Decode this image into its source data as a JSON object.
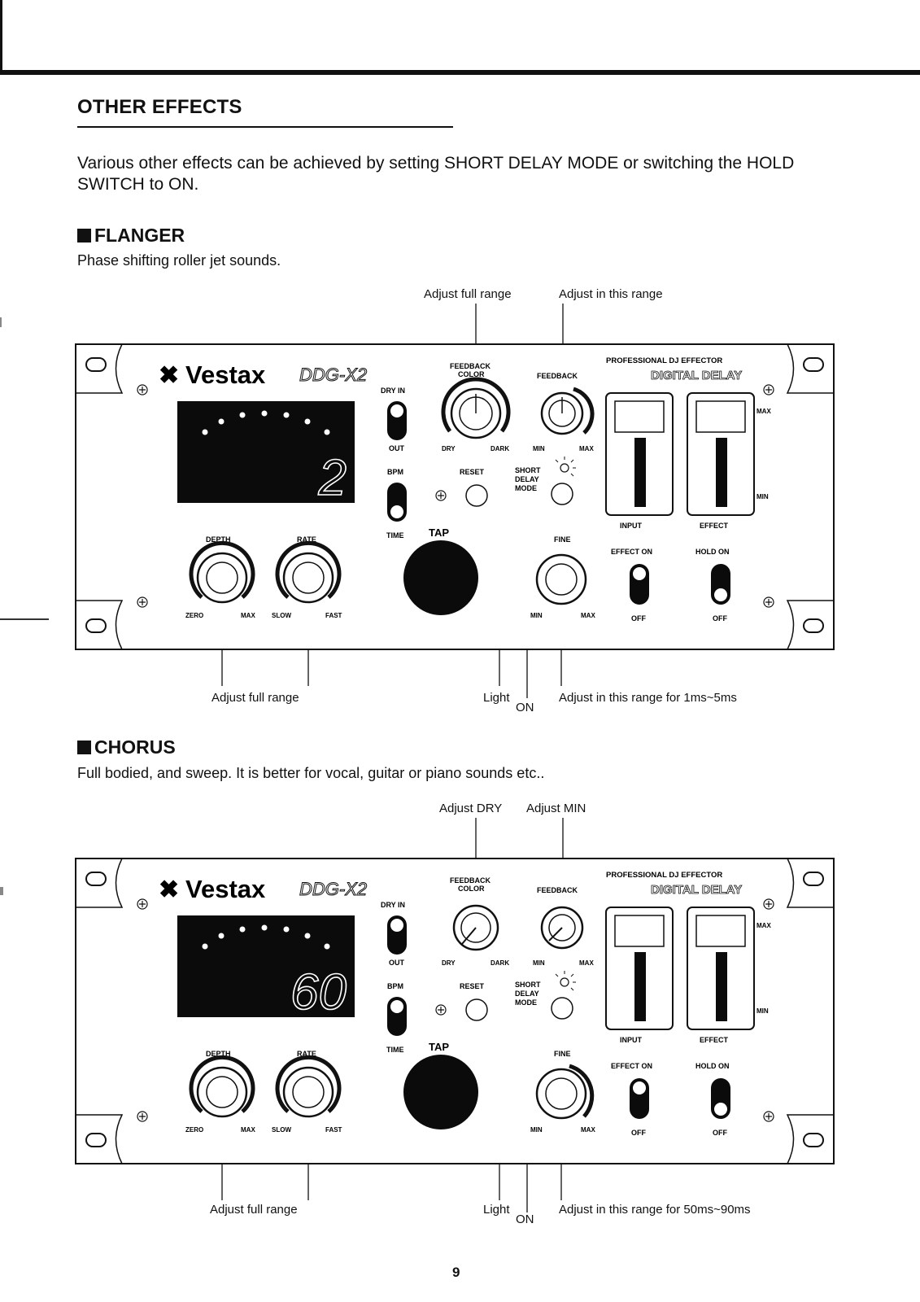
{
  "section": {
    "title": "OTHER EFFECTS",
    "intro": "Various other effects can be achieved by setting SHORT DELAY MODE or switching the HOLD SWITCH to ON."
  },
  "flanger": {
    "heading": "FLANGER",
    "description": "Phase shifting roller jet sounds.",
    "ann_top_left": "Adjust full range",
    "ann_top_right": "Adjust in this range",
    "ann_bottom_left": "Adjust full range",
    "ann_light": "Light",
    "ann_on": "ON",
    "ann_bottom_right": "Adjust in this range for 1ms~5ms",
    "display_digits": "2"
  },
  "chorus": {
    "heading": "CHORUS",
    "description": "Full bodied, and sweep. It is better for vocal, guitar or piano sounds etc..",
    "ann_top_left": "Adjust DRY",
    "ann_top_right": "Adjust MIN",
    "ann_bottom_left": "Adjust full range",
    "ann_light": "Light",
    "ann_on": "ON",
    "ann_bottom_right": "Adjust in this range for 50ms~90ms",
    "display_digits": "60"
  },
  "panel": {
    "brand": "Vestax",
    "model": "DDG-X2",
    "tagline": "PROFESSIONAL DJ EFFECTOR",
    "product": "DIGITAL DELAY",
    "dry_in": "DRY IN",
    "out": "OUT",
    "bpm": "BPM",
    "time": "TIME",
    "reset": "RESET",
    "tap": "TAP",
    "short": "SHORT",
    "delay": "DELAY",
    "mode": "MODE",
    "feedback_color": "FEEDBACK",
    "color": "COLOR",
    "feedback": "FEEDBACK",
    "dry": "DRY",
    "dark": "DARK",
    "min": "MIN",
    "max": "MAX",
    "depth": "DEPTH",
    "rate": "RATE",
    "zero": "ZERO",
    "slow": "SLOW",
    "fast": "FAST",
    "fine": "FINE",
    "input": "INPUT",
    "effect": "EFFECT",
    "effect_on": "EFFECT ON",
    "hold_on": "HOLD ON",
    "off": "OFF"
  },
  "page_number": "9"
}
